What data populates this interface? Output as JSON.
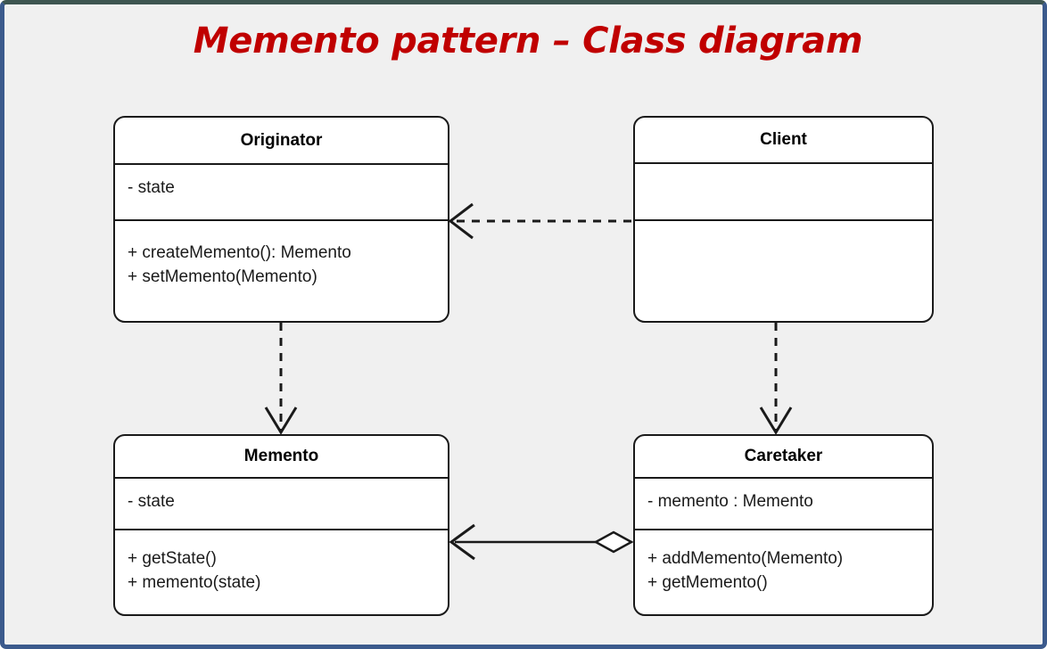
{
  "slide": {
    "title": "Memento pattern – Class diagram",
    "title_color": "#c00000",
    "frame_color": "#3b5a8c",
    "background_color": "#f0f0f0"
  },
  "classes": {
    "originator": {
      "name": "Originator",
      "attributes": [
        "- state"
      ],
      "operations": [
        "+ createMemento(): Memento",
        "+ setMemento(Memento)"
      ]
    },
    "client": {
      "name": "Client",
      "attributes": [],
      "operations": []
    },
    "memento": {
      "name": "Memento",
      "attributes": [
        "- state"
      ],
      "operations": [
        "+ getState()",
        "+ memento(state)"
      ]
    },
    "caretaker": {
      "name": "Caretaker",
      "attributes": [
        "- memento : Memento"
      ],
      "operations": [
        "+ addMemento(Memento)",
        "+ getMemento()"
      ]
    }
  },
  "relationships": [
    {
      "id": "client-to-originator",
      "type": "dependency",
      "line": "dashed",
      "arrowhead": "open",
      "from": "client",
      "to": "originator",
      "label": ""
    },
    {
      "id": "originator-to-memento",
      "type": "dependency",
      "line": "dashed",
      "arrowhead": "open",
      "from": "originator",
      "to": "memento",
      "label": ""
    },
    {
      "id": "client-to-caretaker",
      "type": "dependency",
      "line": "dashed",
      "arrowhead": "open",
      "from": "client",
      "to": "caretaker",
      "label": ""
    },
    {
      "id": "caretaker-to-memento",
      "type": "aggregation",
      "line": "solid",
      "arrowhead": "open",
      "diamond": "hollow",
      "from": "caretaker",
      "to": "memento",
      "label": ""
    }
  ]
}
